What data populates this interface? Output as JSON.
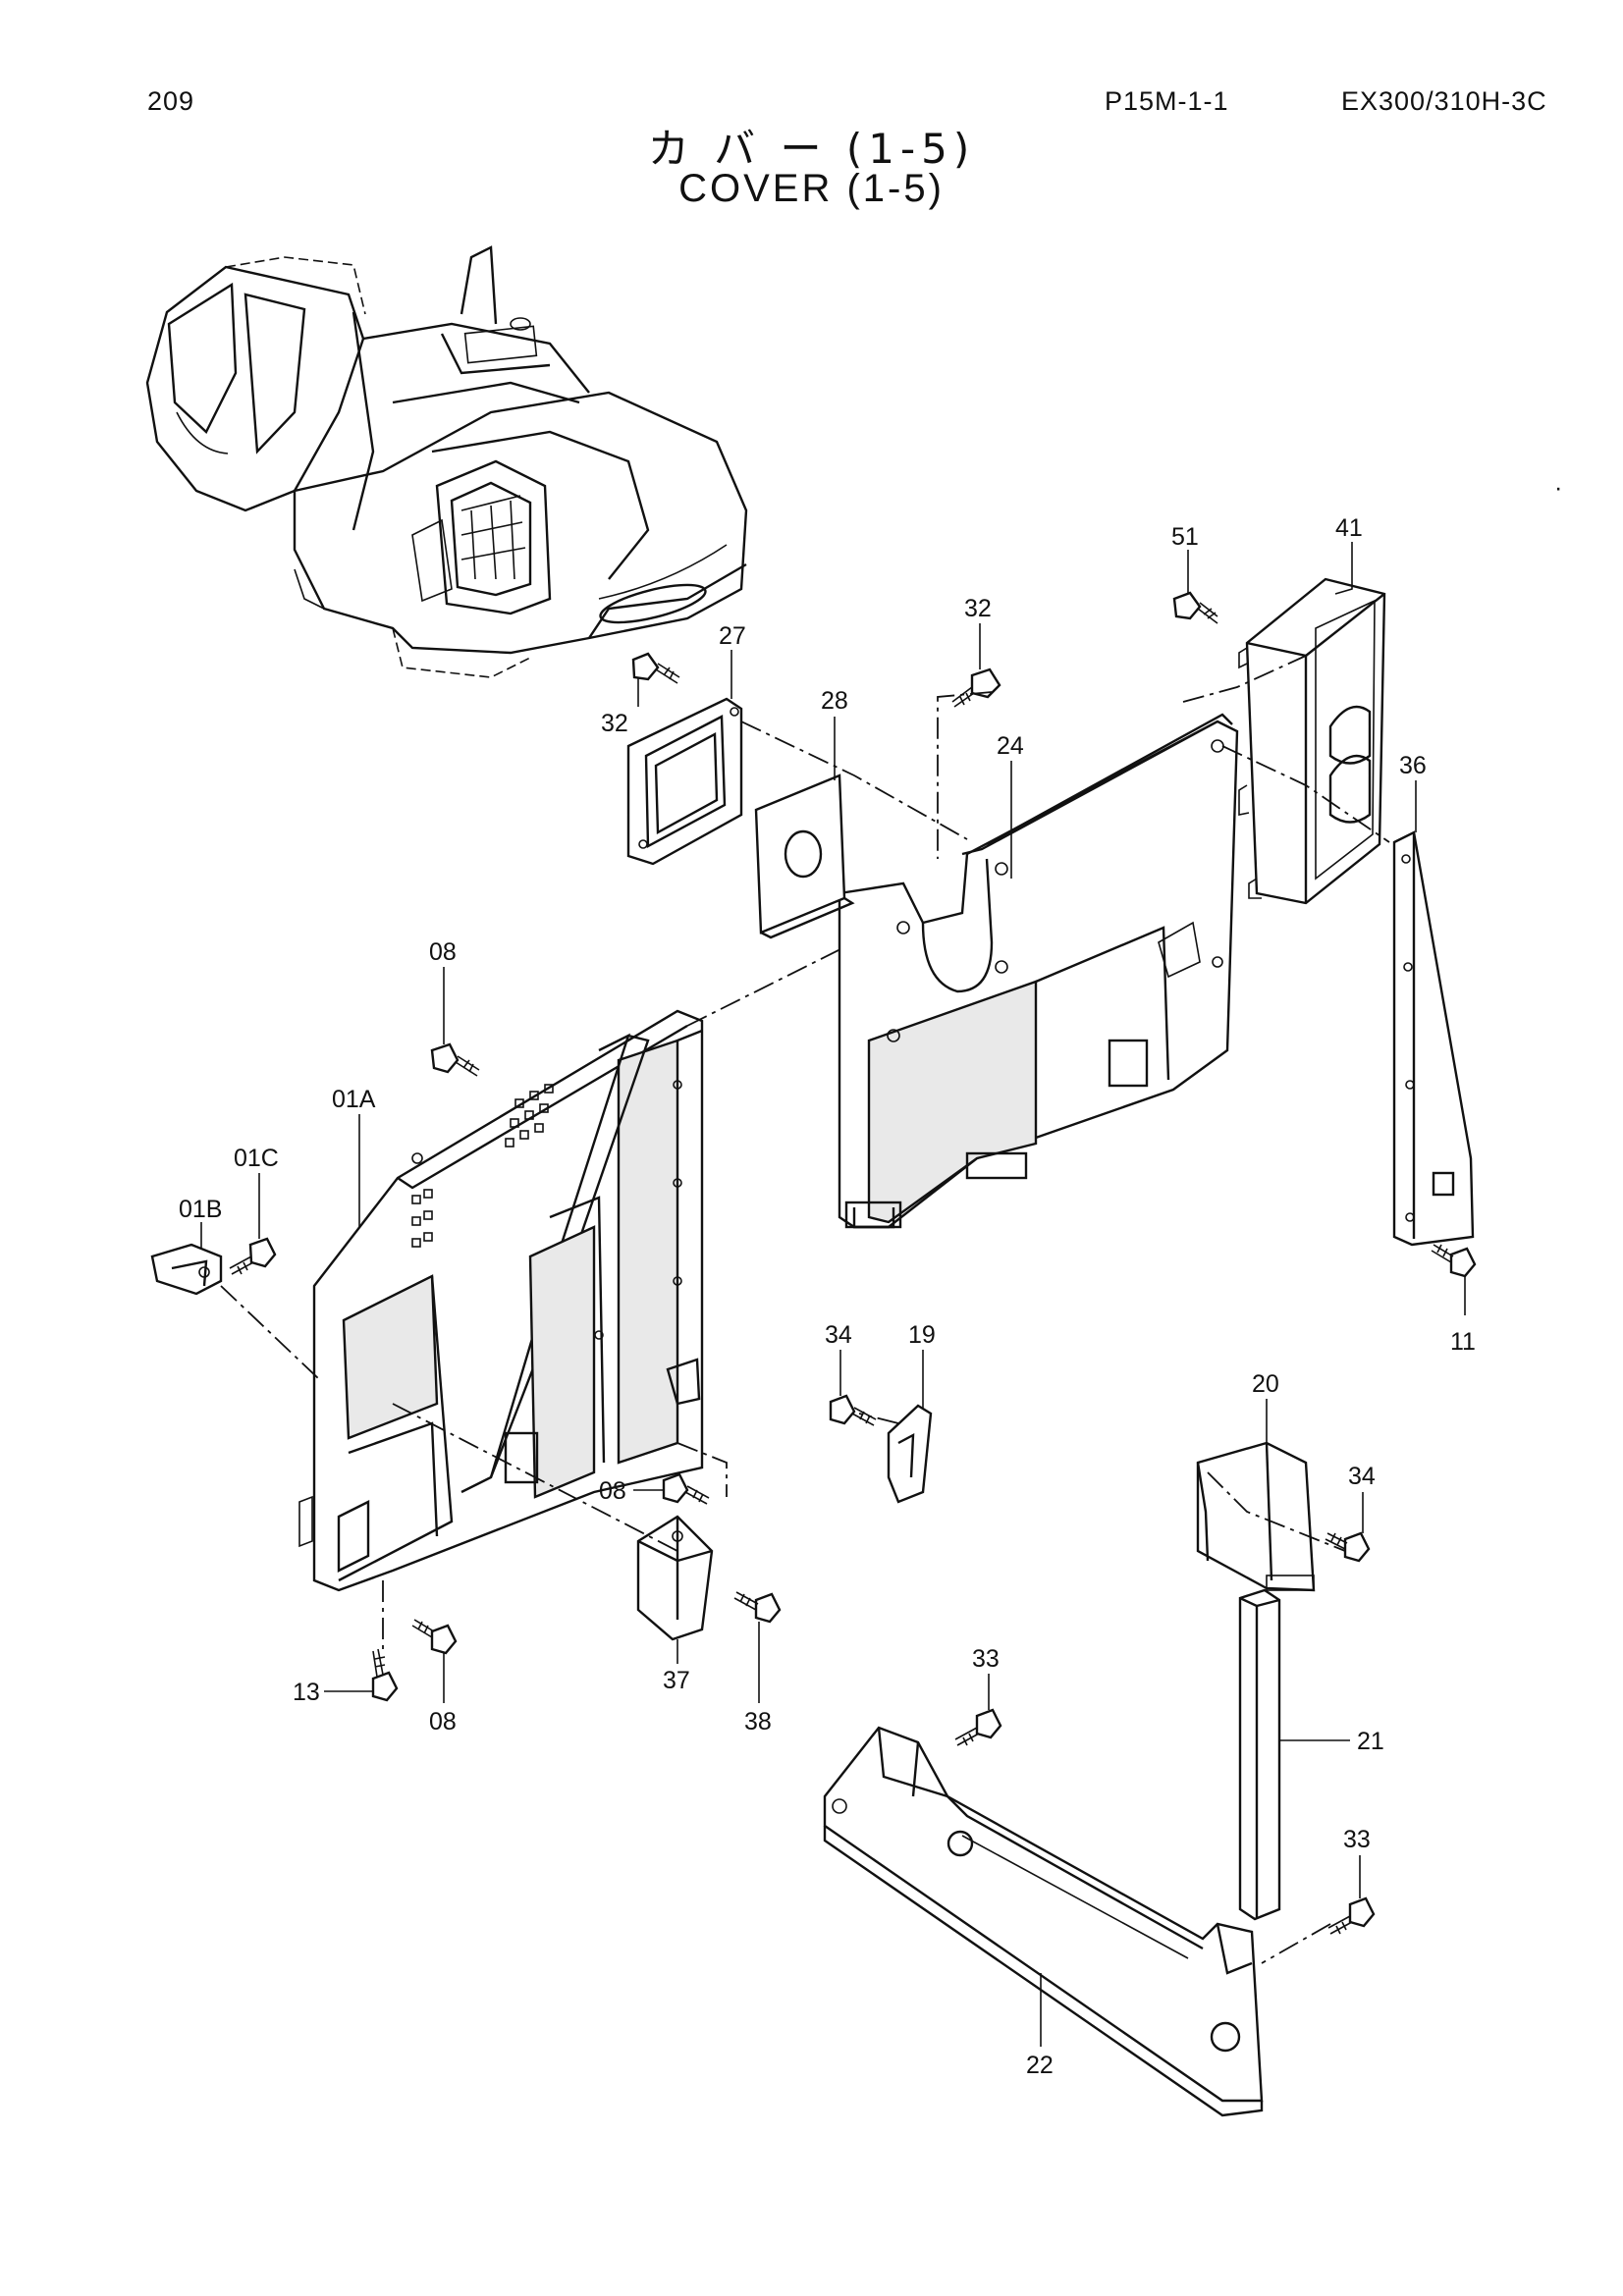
{
  "header": {
    "page_number": "209",
    "section_code": "P15M-1-1",
    "model_code": "EX300/310H-3C",
    "title_ja": "カ バ ー (1-5)",
    "title_en": "COVER (1-5)"
  },
  "diagram": {
    "callouts": [
      {
        "id": "c41",
        "label": "41"
      },
      {
        "id": "c51",
        "label": "51"
      },
      {
        "id": "c32a",
        "label": "32"
      },
      {
        "id": "c27",
        "label": "27"
      },
      {
        "id": "c32b",
        "label": "32"
      },
      {
        "id": "c28",
        "label": "28"
      },
      {
        "id": "c24",
        "label": "24"
      },
      {
        "id": "c36",
        "label": "36"
      },
      {
        "id": "c08a",
        "label": "08"
      },
      {
        "id": "c01a",
        "label": "01A"
      },
      {
        "id": "c01c",
        "label": "01C"
      },
      {
        "id": "c01b",
        "label": "01B"
      },
      {
        "id": "c11",
        "label": "11"
      },
      {
        "id": "c34a",
        "label": "34"
      },
      {
        "id": "c19",
        "label": "19"
      },
      {
        "id": "c20",
        "label": "20"
      },
      {
        "id": "c34b",
        "label": "34"
      },
      {
        "id": "c08b",
        "label": "08"
      },
      {
        "id": "c37",
        "label": "37"
      },
      {
        "id": "c38",
        "label": "38"
      },
      {
        "id": "c13",
        "label": "13"
      },
      {
        "id": "c08c",
        "label": "08"
      },
      {
        "id": "c33a",
        "label": "33"
      },
      {
        "id": "c21",
        "label": "21"
      },
      {
        "id": "c33b",
        "label": "33"
      },
      {
        "id": "c22",
        "label": "22"
      }
    ]
  }
}
